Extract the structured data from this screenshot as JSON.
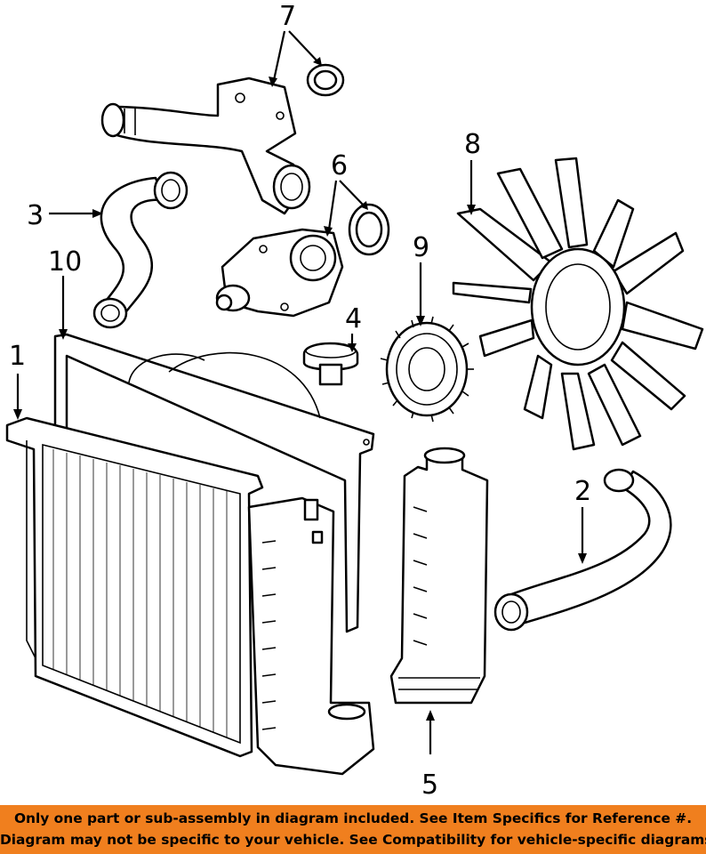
{
  "callouts": {
    "c1": "1",
    "c2": "2",
    "c3": "3",
    "c4": "4",
    "c5": "5",
    "c6": "6",
    "c7": "7",
    "c8": "8",
    "c9": "9",
    "c10": "10"
  },
  "disclaimer": {
    "line1": "Only one part or sub-assembly in diagram included. See Item Specifics for Reference #.",
    "line2": "Diagram may not be specific to your vehicle. See Compatibility for vehicle-specific diagrams."
  },
  "colors": {
    "banner": "#f07f1e",
    "ink": "#000000",
    "paper": "#ffffff"
  }
}
